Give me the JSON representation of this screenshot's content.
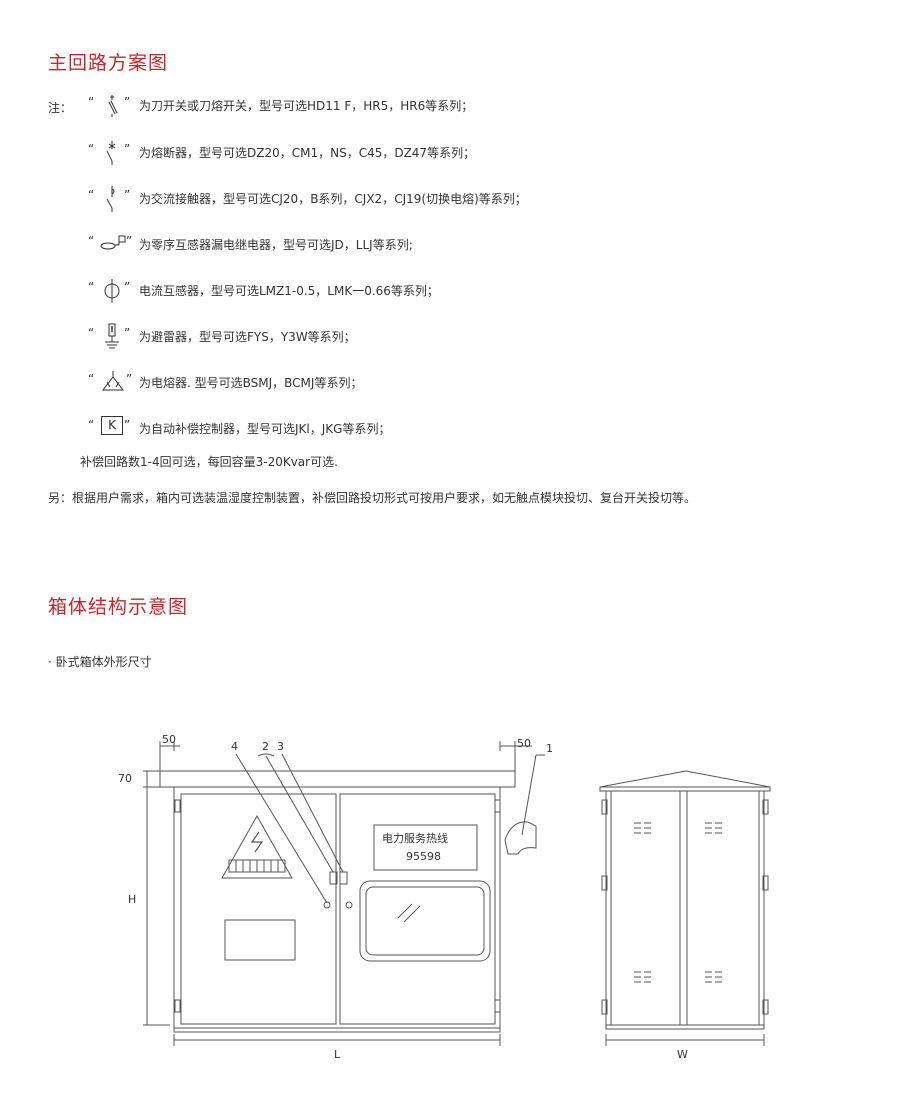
{
  "section1": {
    "title": "主回路方案图",
    "note_prefix": "注：",
    "items": [
      {
        "icon": "knife-switch-icon",
        "text": "为刀开关或刀熔开关，型号可选HD11 F，HR5，HR6等系列；"
      },
      {
        "icon": "breaker-icon",
        "text": "为熔断器，型号可选DZ20，CM1，NS，C45，DZ47等系列；"
      },
      {
        "icon": "contactor-icon",
        "text": "为交流接触器，型号可选CJ20，B系列，CJX2，CJ19(切换电熔)等系列；"
      },
      {
        "icon": "zero-sequence-icon",
        "text": "为零序互感器漏电继电器，型号可选JD，LLJ等系列;"
      },
      {
        "icon": "current-transformer-icon",
        "text": "电流互感器，型号可选LMZ1-0.5，LMK一0.66等系列；"
      },
      {
        "icon": "arrester-icon",
        "text": "为避雷器，型号可选FYS，Y3W等系列；"
      },
      {
        "icon": "capacitor-icon",
        "text": "为电熔器. 型号可选BSMJ，BCMJ等系列；"
      },
      {
        "icon": "controller-icon",
        "text": "为自动补偿控制器，型号可选JKl，JKG等系列；"
      }
    ],
    "box_letter": "K",
    "quote_open": "“",
    "quote_close": "”",
    "footnote": "补偿回路数1-4回可选，每回容量3-20Kvar可选.",
    "extra": "另：根据用户需求，箱内可选装温湿度控制装置，补偿回路投切形式可按用户要求，如无触点模块投切、复台开关投切等。"
  },
  "section2": {
    "title": "箱体结构示意图",
    "subtitle": "· 卧式箱体外形尺寸"
  },
  "drawing": {
    "dim_50_left": "50",
    "dim_50_right": "50",
    "dim_70": "70",
    "dim_H": "H",
    "dim_L": "L",
    "dim_W": "W",
    "callout_1": "1",
    "callout_2": "2",
    "callout_3": "3",
    "callout_4": "4",
    "hotline_title": "电力服务热线",
    "hotline_number": "95598"
  }
}
